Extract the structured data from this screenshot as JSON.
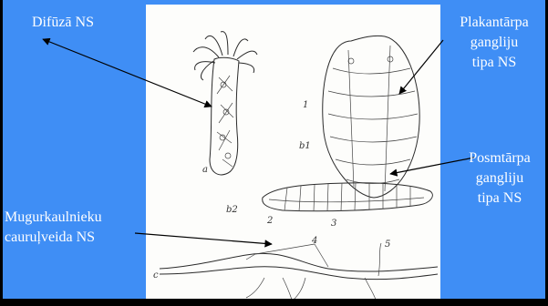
{
  "labels": {
    "diffuse": "Difūzā NS",
    "flatworm": [
      "Plakantārpa",
      "gangliju",
      "tipa NS"
    ],
    "annelid": [
      "Posmtārpa",
      "gangliju",
      "tipa NS"
    ],
    "vertebrate": [
      "Mugurkaulnieku",
      "cauruļveida NS"
    ]
  },
  "figure_marks": {
    "a": "a",
    "b1": "b1",
    "b2": "b2",
    "c": "c",
    "n1": "1",
    "n2": "2",
    "n3": "3",
    "n4": "4",
    "n5": "5"
  },
  "colors": {
    "slide_background": "#3f8ef5",
    "figure_background": "#fdfdfb",
    "text": "#ffffff",
    "arrows": "#000000"
  }
}
